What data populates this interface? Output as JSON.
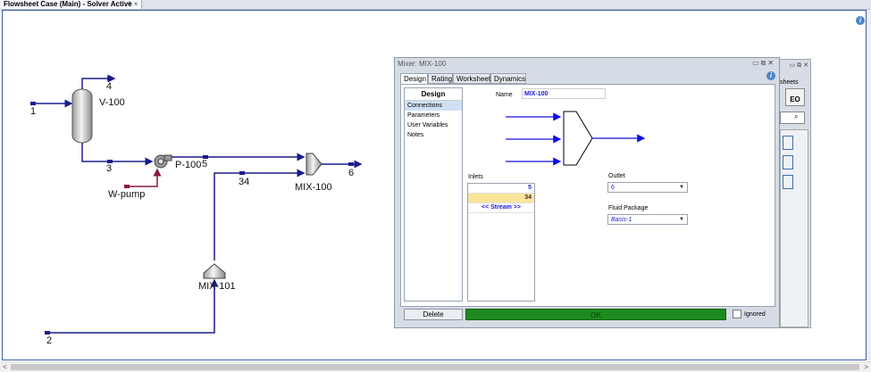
{
  "app": {
    "tab_title": "Flowsheet Case (Main) - Solver Active",
    "tab_close": "×",
    "new_tab": "+"
  },
  "flowsheet": {
    "streams": {
      "s1": "1",
      "s2": "2",
      "s3": "3",
      "s4": "4",
      "s5": "5",
      "s6": "6",
      "s34": "34",
      "w_pump": "W-pump"
    },
    "units": {
      "v100": "V-100",
      "p100": "P-100",
      "mix100": "MIX-100",
      "mix101": "MIX-101"
    },
    "stream_color": "#1c1c8c",
    "energy_color": "#8b1a3a"
  },
  "background_window": {
    "partial_title": "sheets",
    "eo_label": "EO"
  },
  "mixer_window": {
    "title": "Mixer: MIX-100",
    "tabs": [
      "Design",
      "Rating",
      "Worksheet",
      "Dynamics"
    ],
    "active_tab": "Design",
    "nav_header": "Design",
    "nav_items": [
      "Connections",
      "Parameters",
      "User Variables",
      "Notes"
    ],
    "name_label": "Name",
    "name_value": "MIX-100",
    "inlets_label": "Inlets",
    "inlets": [
      "5",
      "34"
    ],
    "add_stream": "<< Stream >>",
    "outlet_label": "Outlet",
    "outlet_value": "6",
    "fluid_package_label": "Fluid Package",
    "fluid_package_value": "Basis-1",
    "delete_label": "Delete",
    "status_text": "OK",
    "status_color": "#1f8a1f",
    "ignored_label": "Ignored",
    "ignored_checked": false
  }
}
